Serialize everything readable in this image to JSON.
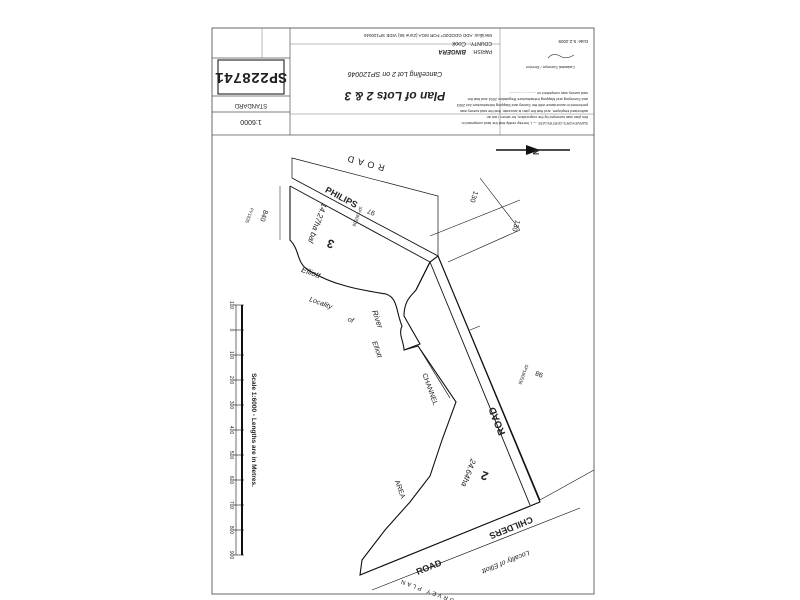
{
  "plan_number": "SP228741",
  "plan_title": "Plan of Lots 2 & 3",
  "plan_subtitle": "Cancelling Lot 2 on SP120046",
  "scale": "1:6000",
  "format": "STANDARD",
  "parish_label": "PARISH:",
  "parish": "BINGERA",
  "county_label": "COUNTY:",
  "county": "Cook",
  "meridian": "Meridian: ADD GDOD2D* FOR MGA (Zone 56) VIDE SP120046",
  "scale_bar_label": "Scale 1:6000 - Lengths are in Metres.",
  "scale_ticks": [
    "100",
    "0",
    "100",
    "200",
    "300",
    "400",
    "500",
    "600",
    "700",
    "800",
    "900"
  ],
  "north_label": "N",
  "labels": {
    "road_top": "ROAD",
    "philips": "PHILIPS",
    "road_right": "ROAD",
    "road_bottom": "ROAD",
    "childers": "CHILDERS",
    "lot3": "3",
    "lot3_area": "14.27ha bal",
    "lot2": "2",
    "lot2_area": "24.64ha",
    "elliott_river_1": "Elliott",
    "locality_of": "Locality",
    "of": "of",
    "river": "River",
    "elliott_river_2": "Elliott",
    "channel": "CHANNEL",
    "area": "AREA",
    "locality_elliott": "Locality of Elliott",
    "lot97": "97",
    "sp": "SP180536",
    "lot98": "98",
    "sp98": "SP180536",
    "lot130": "130",
    "lot130b": "130",
    "lot840": "840",
    "lot840_plan": "FY1835",
    "survey_text": "SURVEY PLAN"
  },
  "certificate_lines": [
    "SURVEYOR'S CERTIFICATE — I, hereby certify that the land comprised in",
    "this plan was surveyed by the corporation, for whom I am an",
    "authorised employee, and that the plan is accurate, that the said survey was",
    "performed in accordance with the Survey and Mapping Infrastructure Act 2003",
    "and Surveying and Mapping Infrastructure Regulation 2004 and that the",
    "said survey was completed on ..........................",
    "Cadastral Surveyor / Director"
  ],
  "date_label": "Date: 5.2.2009"
}
